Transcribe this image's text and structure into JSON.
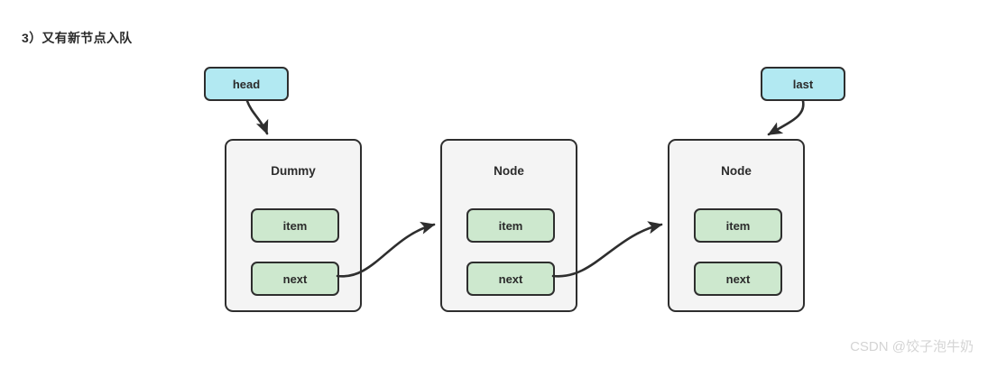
{
  "caption": "3）又有新节点入队",
  "colors": {
    "pointer_fill": "#b2e9f2",
    "node_fill": "#f4f4f4",
    "field_fill": "#cde8ce",
    "stroke": "#2e2e2e",
    "watermark": "#d4d4d4",
    "background": "#ffffff"
  },
  "pointers": [
    {
      "label": "head",
      "target": "node-0"
    },
    {
      "label": "last",
      "target": "node-2"
    }
  ],
  "nodes": [
    {
      "title": "Dummy",
      "item_label": "item",
      "next_label": "next"
    },
    {
      "title": "Node",
      "item_label": "item",
      "next_label": "next"
    },
    {
      "title": "Node",
      "item_label": "item",
      "next_label": "next"
    }
  ],
  "edges": [
    {
      "name": "head-to-dummy",
      "from": "head",
      "to": "node-0-top"
    },
    {
      "name": "last-to-node-2",
      "from": "last",
      "to": "node-2-top"
    },
    {
      "name": "dummy-next-to-node-1",
      "from": "node-0-next",
      "to": "node-1-left"
    },
    {
      "name": "node-1-next-to-node-2",
      "from": "node-1-next",
      "to": "node-2-left"
    }
  ],
  "watermark": "CSDN @饺子泡牛奶"
}
